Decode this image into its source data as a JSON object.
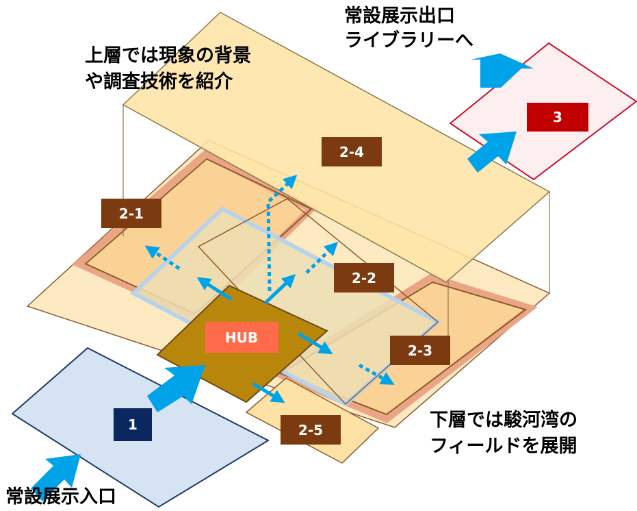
{
  "colors": {
    "exhibit1_fill": "#d5e3f3",
    "exhibit1_stroke": "#1f3a64",
    "lower_floor_fill": "#fde9c2",
    "zone_border": "#eaa585",
    "zone_fill": "#fbd295",
    "inner_outline": "#8a5a2b",
    "overlap_fill": "#ecdfb5",
    "hub_fill": "#b8860b",
    "hub_label_bg": "#ff6b4a",
    "upper_floor_fill": "#fee4a6",
    "zone3_fill": "#fdeef0",
    "zone3_stroke": "#c8102e",
    "arrow": "#00a2e8",
    "tag_brown": "#7b3a10",
    "tag_navy": "#0b2760",
    "tag_red": "#c00000"
  },
  "labels": {
    "entrance": "常設展示入口",
    "exit_line1": "常設展示出口",
    "exit_line2": "ライブラリーへ",
    "upper_line1": "上層では現象の背景",
    "upper_line2": "や調査技術を紹介",
    "lower_line1": "下層では駿河湾の",
    "lower_line2": "フィールドを展開"
  },
  "tags": {
    "t1": "1",
    "hub": "HUB",
    "t2_1": "2-1",
    "t2_2": "2-2",
    "t2_3": "2-3",
    "t2_4": "2-4",
    "t2_5": "2-5",
    "t3": "3"
  },
  "icons": {
    "arrow_solid": "arrow-right-icon",
    "arrow_dotted": "dotted-arrow-icon"
  }
}
